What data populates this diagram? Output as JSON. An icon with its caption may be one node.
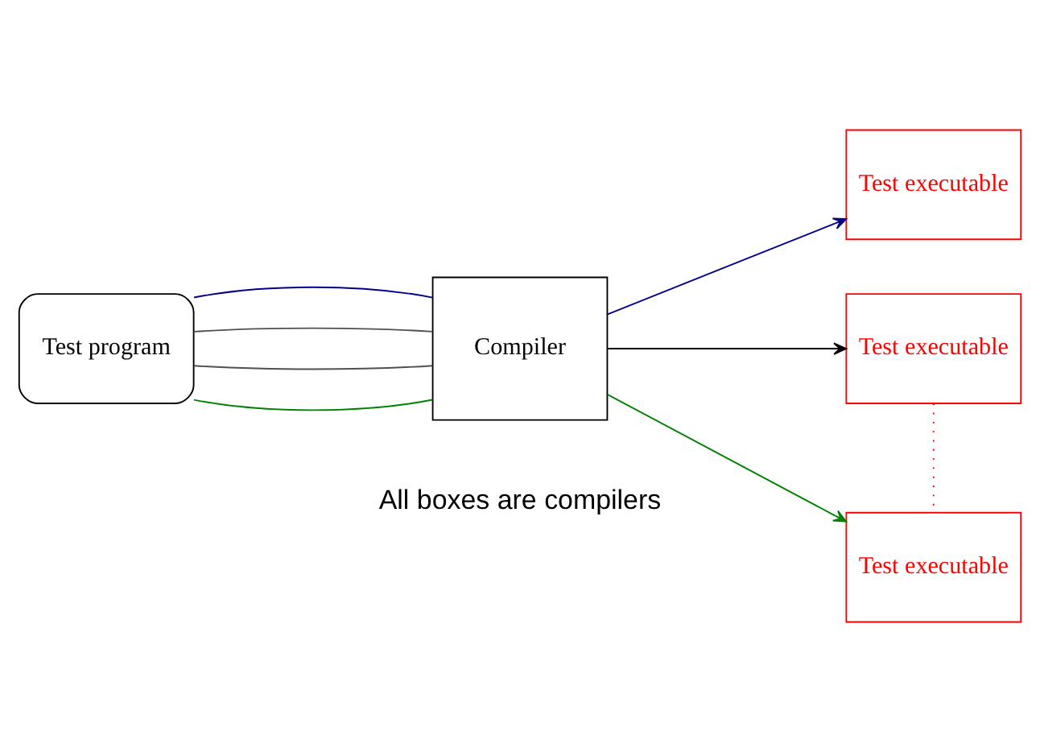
{
  "diagram": {
    "nodes": [
      {
        "text": [
          "Test program"
        ]
      },
      {
        "text": [
          "Compiler"
        ]
      },
      {
        "text": [
          "Test executable"
        ]
      },
      {
        "text": [
          "Test executable"
        ]
      },
      {
        "text": [
          "Test executable"
        ]
      }
    ],
    "edges": [
      {
        "from": 0,
        "to": 1,
        "arrow": "none",
        "color": "#008000"
      },
      {
        "from": 0,
        "to": 1,
        "arrow": "none",
        "color": "#505050"
      },
      {
        "from": 0,
        "to": 1,
        "arrow": "none",
        "color": "#505050"
      },
      {
        "from": 0,
        "to": 1,
        "arrow": "none",
        "color": "#00008b"
      },
      {
        "from": 1,
        "to": 2,
        "arrow": "to",
        "color": "#00008b"
      },
      {
        "from": 1,
        "to": 3,
        "arrow": "to",
        "color": "#000000"
      },
      {
        "from": 1,
        "to": 4,
        "arrow": "to",
        "color": "#008000"
      },
      {
        "from": 3,
        "to": 4,
        "arrow": "none",
        "style": "dashed",
        "color": "#ff0000"
      }
    ],
    "labels": [
      "All boxes are compilers"
    ]
  }
}
